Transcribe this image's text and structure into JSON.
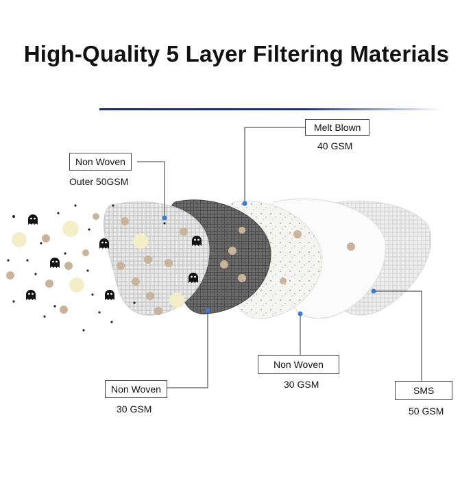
{
  "title": "High-Quality 5 Layer Filtering Materials",
  "labels": {
    "outer": {
      "name": "Non Woven",
      "spec": "Outer 50GSM"
    },
    "melt_blown": {
      "name": "Melt Blown",
      "spec": "40 GSM"
    },
    "layer2": {
      "name": "Non Woven",
      "spec": "30 GSM"
    },
    "layer4": {
      "name": "Non Woven",
      "spec": "30 GSM"
    },
    "sms": {
      "name": "SMS",
      "spec": "50 GSM"
    }
  },
  "colors": {
    "accent_line": "#1f3270",
    "pointer_dot": "#3a7bd5",
    "particle_tan": "#c8b49a",
    "particle_cream": "#f3edc8",
    "layer_dark": "#5e5e5e"
  },
  "icons": {
    "particle_bacteria": "ghost-icon"
  }
}
